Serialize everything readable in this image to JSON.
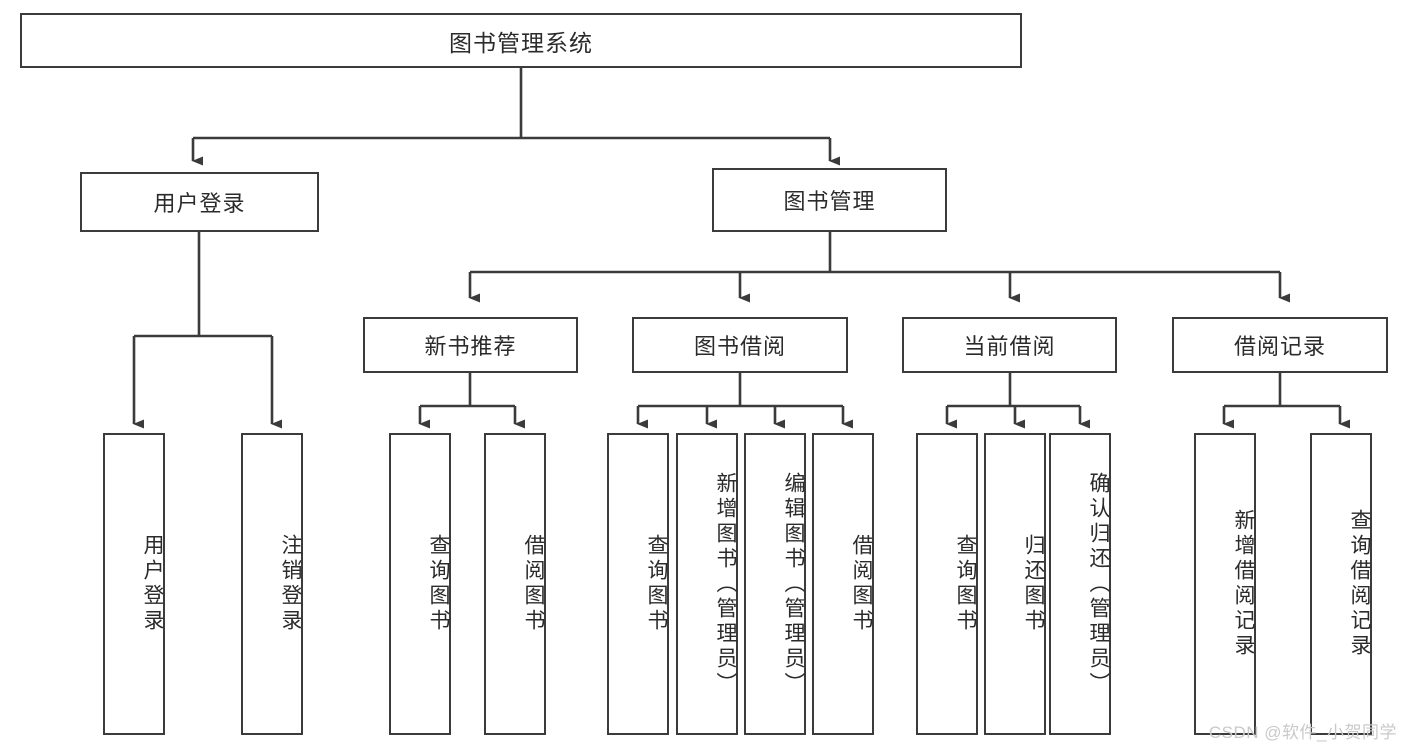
{
  "diagram": {
    "title": "图书管理系统",
    "watermark": "CSDN @软件_小贺同学",
    "colors": {
      "box_border": "#3b3b3b",
      "box_fill": "#ffffff",
      "text": "#2b2b2b",
      "wire": "#3b3b3b",
      "watermark": "#c9c9c9"
    },
    "root": {
      "label": "图书管理系统"
    },
    "level1": [
      {
        "label": "用户登录"
      },
      {
        "label": "图书管理"
      }
    ],
    "level2": [
      {
        "label": "新书推荐"
      },
      {
        "label": "图书借阅"
      },
      {
        "label": "当前借阅"
      },
      {
        "label": "借阅记录"
      }
    ],
    "leaves": {
      "user_login": [
        {
          "label": "用户登录"
        },
        {
          "label": "注销登录"
        }
      ],
      "new_book_recommend": [
        {
          "label": "查询图书"
        },
        {
          "label": "借阅图书"
        }
      ],
      "book_borrow": [
        {
          "label": "查询图书"
        },
        {
          "label": "新增图书（管理员）"
        },
        {
          "label": "编辑图书（管理员）"
        },
        {
          "label": "借阅图书"
        }
      ],
      "current_borrow": [
        {
          "label": "查询图书"
        },
        {
          "label": "归还图书"
        },
        {
          "label": "确认归还（管理员）"
        }
      ],
      "borrow_record": [
        {
          "label": "新增借阅记录"
        },
        {
          "label": "查询借阅记录"
        }
      ]
    }
  }
}
